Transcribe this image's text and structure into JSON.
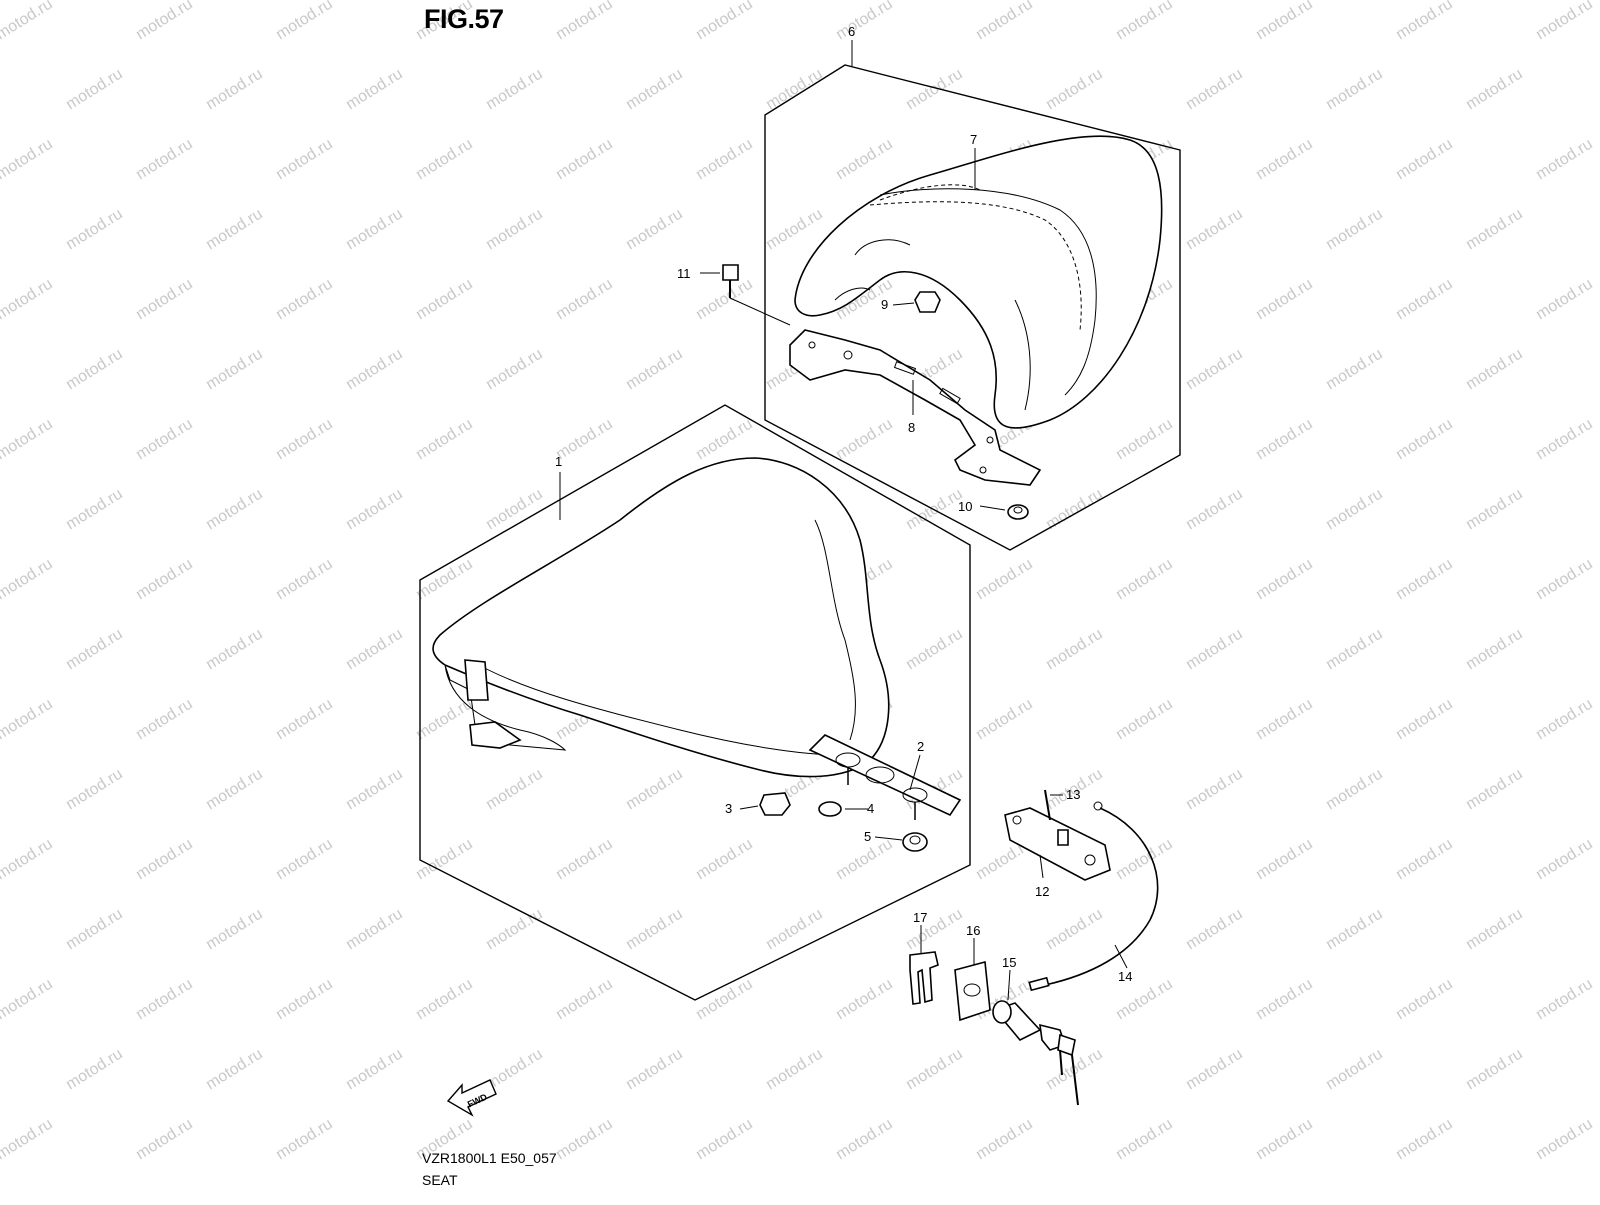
{
  "figure": {
    "title": "FIG.57",
    "code": "VZR1800L1 E50_057",
    "name": "SEAT"
  },
  "watermark": {
    "text": "motod.ru",
    "color": "#c9c9c9"
  },
  "fwd_arrow": {
    "label": "FWD"
  },
  "parts": [
    {
      "number": "1"
    },
    {
      "number": "2"
    },
    {
      "number": "3"
    },
    {
      "number": "4"
    },
    {
      "number": "5"
    },
    {
      "number": "6"
    },
    {
      "number": "7"
    },
    {
      "number": "8"
    },
    {
      "number": "9"
    },
    {
      "number": "10"
    },
    {
      "number": "11"
    },
    {
      "number": "12"
    },
    {
      "number": "13"
    },
    {
      "number": "14"
    },
    {
      "number": "15"
    },
    {
      "number": "16"
    },
    {
      "number": "17"
    }
  ]
}
